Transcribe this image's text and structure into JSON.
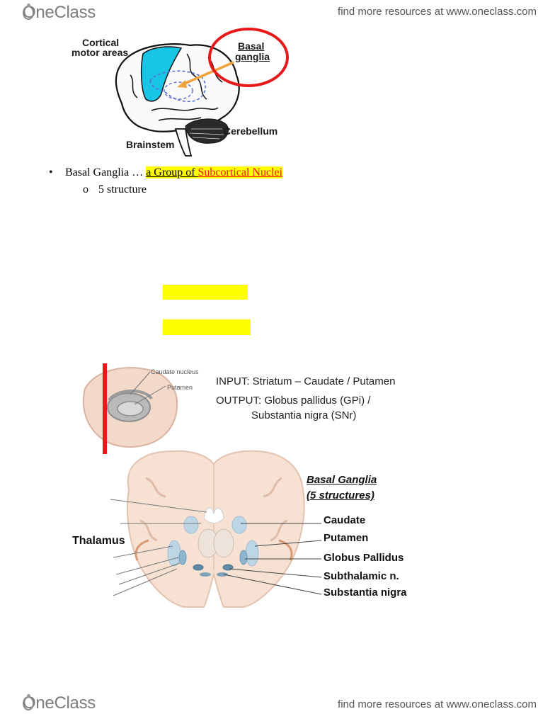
{
  "header": {
    "logo_text": "OneClass",
    "resources_link": "find more resources at www.oneclass.com"
  },
  "figure1": {
    "label_cortical": "Cortical",
    "label_motor": "motor areas",
    "label_basal": "Basal",
    "label_ganglia": "ganglia",
    "label_cerebellum": "Cerebellum",
    "label_brainstem": "Brainstem",
    "colors": {
      "motor_area": "#19c5e6",
      "arrow": "#f0a33a",
      "circle": "#e8191a"
    }
  },
  "body": {
    "bullet1": {
      "lead": "Basal Ganglia … ",
      "hl_part1": "a Group of ",
      "hl_part2": "Subcortical Nuclei"
    },
    "sub_bullet": "5 structure",
    "bullet_glyph": "•",
    "sub_glyph": "o"
  },
  "figure2": {
    "input_line": "INPUT:  Striatum – Caudate / Putamen",
    "output_line1": "OUTPUT:  Globus pallidus (GPi) /",
    "output_line2": "Substantia nigra (SNr)",
    "caudate_nucleus": "Caudate nucleus",
    "putamen_small": "Putamen",
    "title1": "Basal Ganglia",
    "title2": "(5 structures)",
    "thalamus": "Thalamus",
    "structures": [
      "Caudate",
      "Putamen",
      "Globus Pallidus",
      "Subthalamic n.",
      "Substantia nigra"
    ]
  },
  "footer": {
    "logo_text": "OneClass",
    "resources_link": "find more resources at www.oneclass.com"
  }
}
